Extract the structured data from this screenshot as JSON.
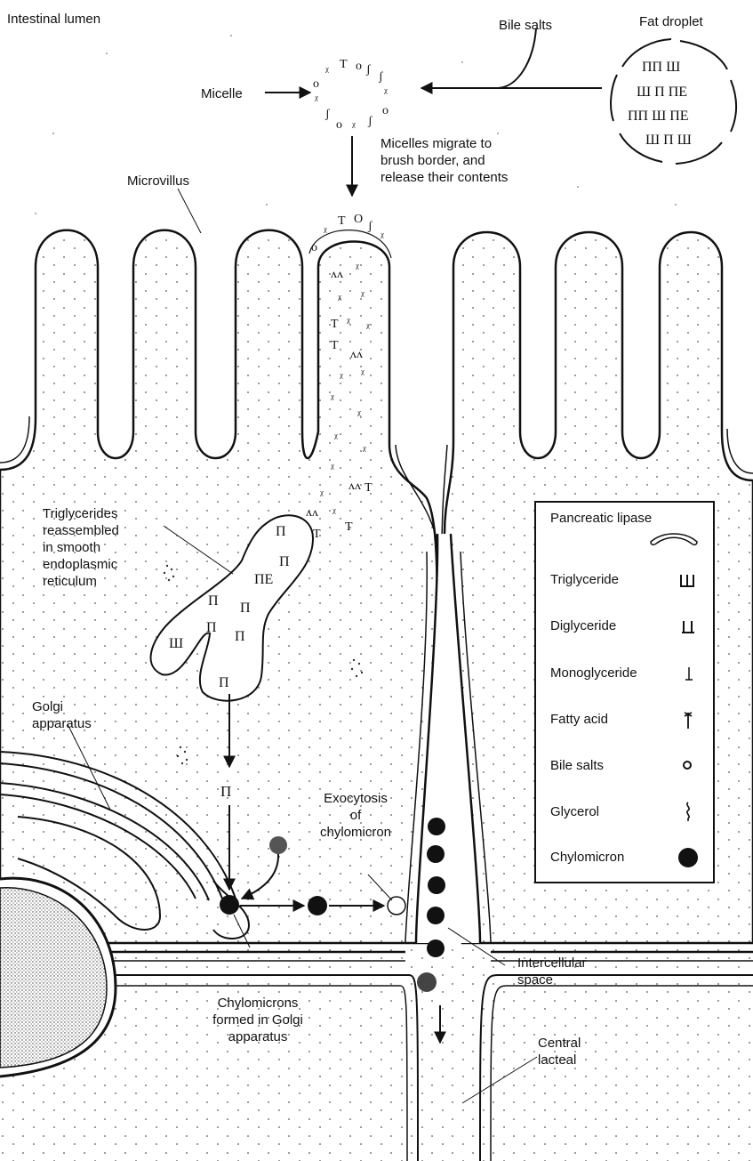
{
  "labels": {
    "intestinal_lumen": "Intestinal lumen",
    "bile_salts": "Bile salts",
    "fat_droplet": "Fat droplet",
    "micelle": "Micelle",
    "micelles_migrate": "Micelles migrate to\nbrush border, and\nrelease their contents",
    "microvillus": "Microvillus",
    "triglycerides_reassembled": "Triglycerides\nreassembled\nin smooth\nendoplasmic\nreticulum",
    "golgi_apparatus": "Golgi\napparatus",
    "exocytosis": "Exocytosis\nof\nchylomicron",
    "chylomicrons_formed": "Chylomicrons\nformed in Golgi\napparatus",
    "intercellular_space": "Intercellular\nspace",
    "central_lacteal": "Central\nlacteal"
  },
  "legend": {
    "items": [
      {
        "label": "Pancreatic\nlipase",
        "symbol": "lipase-arc"
      },
      {
        "label": "Triglyceride",
        "symbol": "triglyceride"
      },
      {
        "label": "Diglyceride",
        "symbol": "diglyceride"
      },
      {
        "label": "Monoglyceride",
        "symbol": "monoglyceride"
      },
      {
        "label": "Fatty acid",
        "symbol": "fatty-acid"
      },
      {
        "label": "Bile salts",
        "symbol": "bile-salt-circle"
      },
      {
        "label": "Glycerol",
        "symbol": "glycerol-squiggle"
      },
      {
        "label": "Chylomicron",
        "symbol": "chylomicron-dot"
      }
    ]
  }
}
